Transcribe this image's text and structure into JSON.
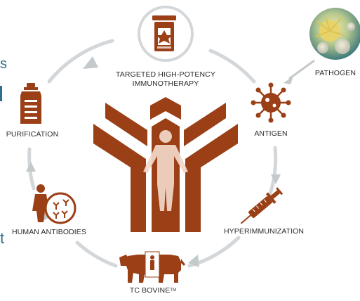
{
  "diagram": {
    "center_label_line1": "TARGETED HIGH-POTENCY",
    "center_label_line2": "IMMUNOTHERAPY",
    "pathogen_label": "PATHOGEN",
    "antigen_label": "ANTIGEN",
    "hyperimmunization_label": "HYPERIMMUNIZATION",
    "tc_bovine_label": "TC BOVINE",
    "tc_bovine_tm": "TM",
    "human_antibodies_label": "HUMAN ANTIBODIES",
    "purification_label": "PURIFICATION"
  },
  "edge_text": {
    "left_fragment_1": "s",
    "left_fragment_3": "t"
  },
  "colors": {
    "brand_rust": "#9a3f16",
    "cycle_gray": "#d3d7da",
    "arrow_gray": "#bfc5c9",
    "accent_blue": "#2e6f8e",
    "label_text": "#2b2b2b"
  }
}
